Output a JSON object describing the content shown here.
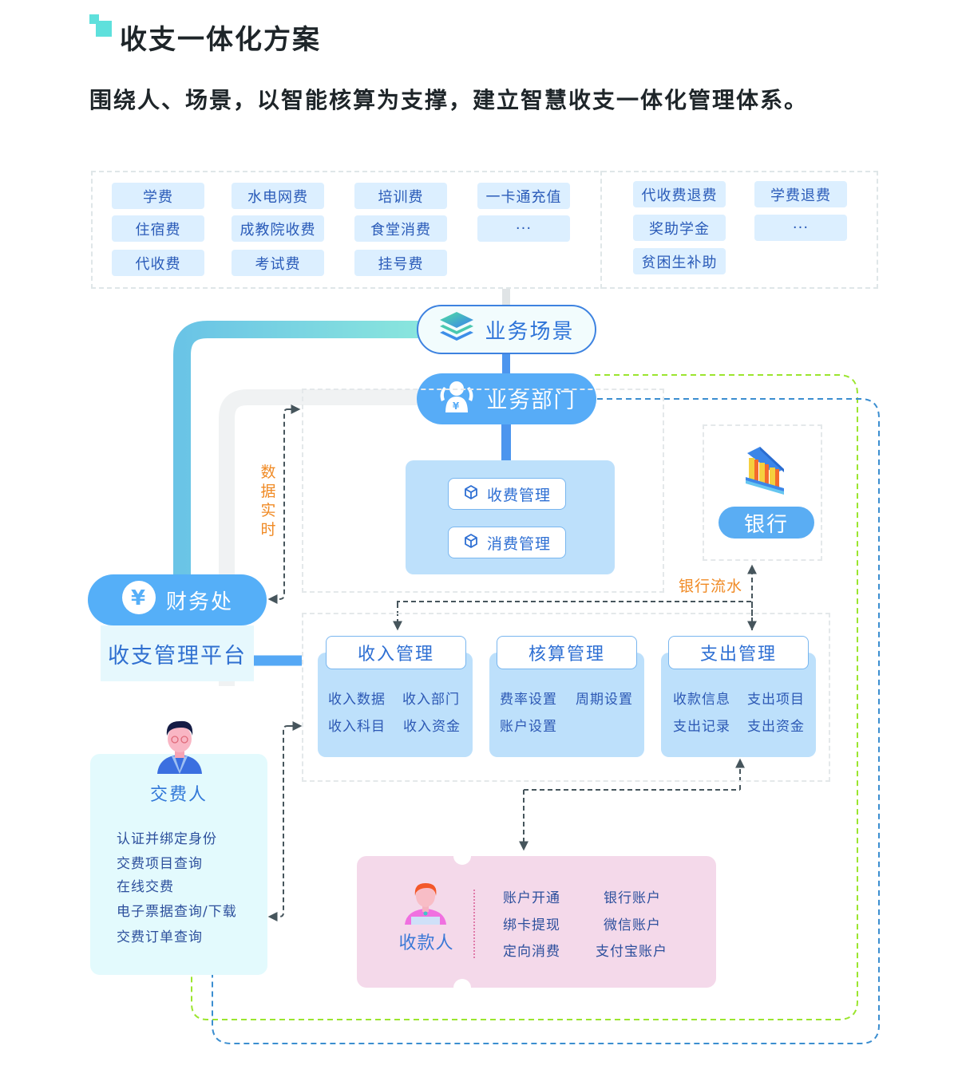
{
  "header": {
    "title": "收支一体化方案",
    "subtitle": "围绕人、场景，以智能核算为支撑，建立智慧收支一体化管理体系。"
  },
  "colors": {
    "accent_teal": "#5ee0dc",
    "primary_blue": "#57acf7",
    "label_orange": "#f08a24",
    "chip_bg": "#dcefff",
    "card_bg": "#bde0fb",
    "payer_bg": "#e3fafd",
    "receiver_bg": "#f4d9ea",
    "loop_green": "#9be52e",
    "loop_blue": "#3b8ed0"
  },
  "scenarios": {
    "income": [
      [
        "学费",
        "水电网费",
        "培训费",
        "一卡通充值"
      ],
      [
        "住宿费",
        "成教院收费",
        "食堂消费",
        "···"
      ],
      [
        "代收费",
        "考试费",
        "挂号费"
      ]
    ],
    "expense": [
      [
        "代收费退费",
        "学费退费"
      ],
      [
        "奖助学金",
        "···"
      ],
      [
        "贫困生补助"
      ]
    ]
  },
  "nodes": {
    "business_scene": {
      "label": "业务场景",
      "icon": "layers-icon"
    },
    "business_dept": {
      "label": "业务部门",
      "icon": "people-yen-icon"
    },
    "finance": {
      "label": "财务处",
      "icon": "yen-icon"
    },
    "platform": {
      "label": "收支管理平台"
    },
    "bank": {
      "label": "银行",
      "icon": "bank-building-icon"
    }
  },
  "dept_modules": [
    {
      "label": "收费管理",
      "icon": "cube-icon"
    },
    {
      "label": "消费管理",
      "icon": "cube-icon"
    }
  ],
  "flow_labels": {
    "realtime_data": [
      "数",
      "据",
      "实",
      "时"
    ],
    "bank_flow": "银行流水"
  },
  "management": [
    {
      "title": "收入管理",
      "items": [
        "收入数据",
        "收入部门",
        "收入科目",
        "收入资金"
      ]
    },
    {
      "title": "核算管理",
      "items": [
        "费率设置",
        "周期设置",
        "账户设置"
      ]
    },
    {
      "title": "支出管理",
      "items": [
        "收款信息",
        "支出项目",
        "支出记录",
        "支出资金"
      ]
    }
  ],
  "payer": {
    "title": "交费人",
    "items": [
      "认证并绑定身份",
      "交费项目查询",
      "在线交费",
      "电子票据查询/下载",
      "交费订单查询"
    ]
  },
  "receiver": {
    "title": "收款人",
    "left_items": [
      "账户开通",
      "绑卡提现",
      "定向消费"
    ],
    "right_items": [
      "银行账户",
      "微信账户",
      "支付宝账户"
    ]
  }
}
